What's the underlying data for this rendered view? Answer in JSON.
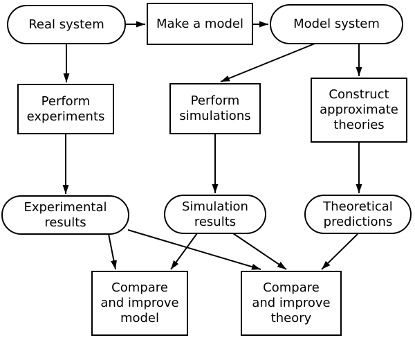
{
  "diagram": {
    "type": "flowchart",
    "colors": {
      "background": "#ffffff",
      "stroke": "#000000",
      "node_fill": "#ffffff",
      "text": "#000000"
    },
    "nodes": {
      "real_system": {
        "label": "Real system",
        "shape": "stadium"
      },
      "make_a_model": {
        "label": "Make a model",
        "shape": "rectangle"
      },
      "model_system": {
        "label": "Model system",
        "shape": "stadium"
      },
      "perform_experiments": {
        "label": "Perform\nexperiments",
        "shape": "rectangle"
      },
      "perform_simulations": {
        "label": "Perform\nsimulations",
        "shape": "rectangle"
      },
      "construct_approximate_theories": {
        "label": "Construct\napproximate\ntheories",
        "shape": "rectangle"
      },
      "experimental_results": {
        "label": "Experimental\nresults",
        "shape": "stadium"
      },
      "simulation_results": {
        "label": "Simulation\nresults",
        "shape": "stadium"
      },
      "theoretical_predictions": {
        "label": "Theoretical\npredictions",
        "shape": "stadium"
      },
      "compare_and_improve_model": {
        "label": "Compare\nand improve\nmodel",
        "shape": "rectangle"
      },
      "compare_and_improve_theory": {
        "label": "Compare\nand improve\ntheory",
        "shape": "rectangle"
      }
    },
    "edges": [
      {
        "from": "real_system",
        "to": "make_a_model"
      },
      {
        "from": "make_a_model",
        "to": "model_system"
      },
      {
        "from": "real_system",
        "to": "perform_experiments"
      },
      {
        "from": "model_system",
        "to": "perform_simulations"
      },
      {
        "from": "model_system",
        "to": "construct_approximate_theories"
      },
      {
        "from": "perform_experiments",
        "to": "experimental_results"
      },
      {
        "from": "perform_simulations",
        "to": "simulation_results"
      },
      {
        "from": "construct_approximate_theories",
        "to": "theoretical_predictions"
      },
      {
        "from": "experimental_results",
        "to": "compare_and_improve_model"
      },
      {
        "from": "experimental_results",
        "to": "compare_and_improve_theory"
      },
      {
        "from": "simulation_results",
        "to": "compare_and_improve_model"
      },
      {
        "from": "simulation_results",
        "to": "compare_and_improve_theory"
      },
      {
        "from": "theoretical_predictions",
        "to": "compare_and_improve_theory"
      }
    ]
  }
}
